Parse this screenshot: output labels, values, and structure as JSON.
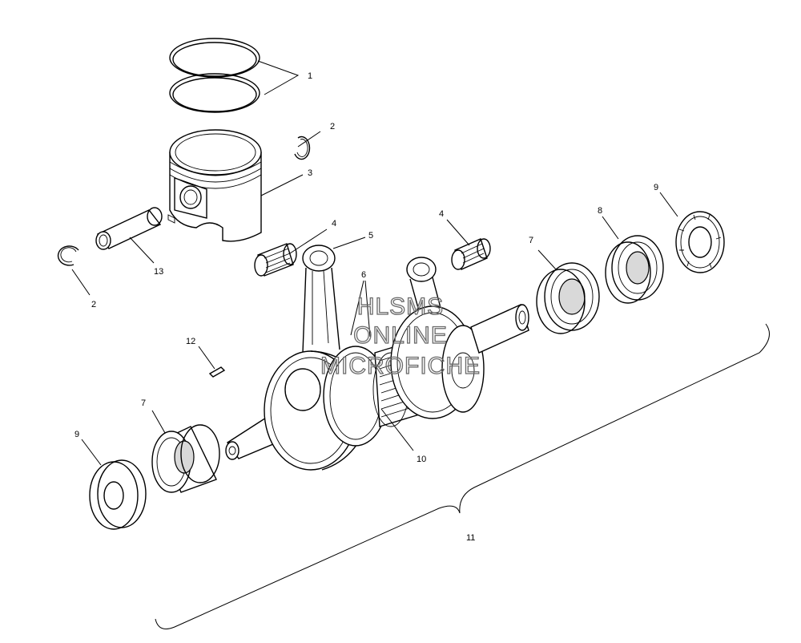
{
  "callouts": {
    "c1": "1",
    "c2a": "2",
    "c2b": "2",
    "c3": "3",
    "c4a": "4",
    "c4b": "4",
    "c5": "5",
    "c6": "6",
    "c7a": "7",
    "c7b": "7",
    "c8": "8",
    "c9a": "9",
    "c9b": "9",
    "c10": "10",
    "c11": "11",
    "c12": "12",
    "c13": "13"
  },
  "watermark": {
    "line1": "HLSMS",
    "line2": "ONLINE",
    "line3": "MICROFICHE"
  }
}
